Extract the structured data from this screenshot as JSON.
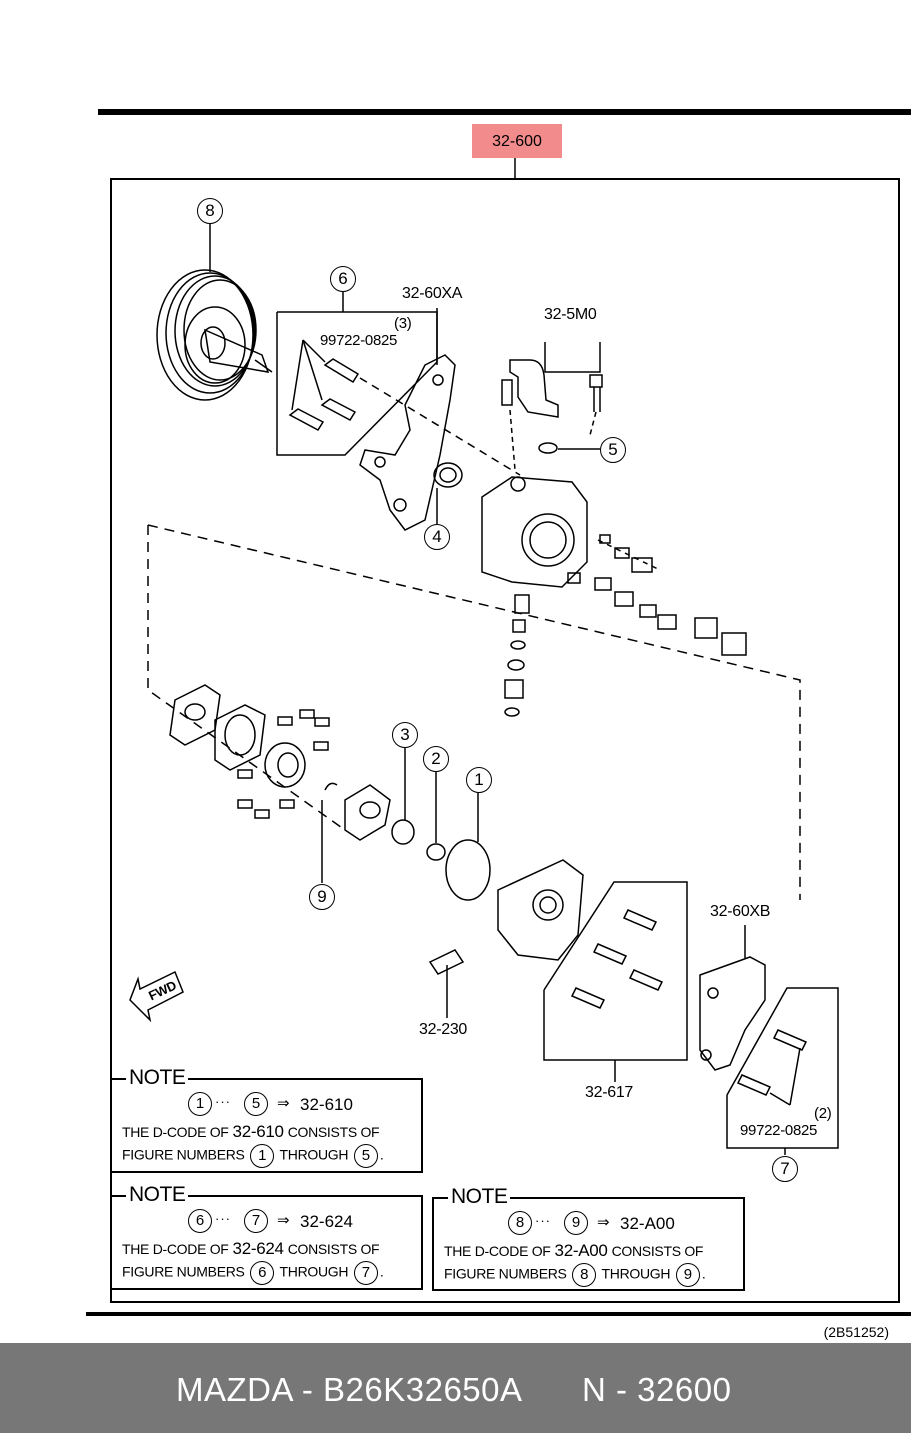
{
  "diagram": {
    "main_code": "32-600",
    "highlight_color": "#f28b8b",
    "figure_ref": "(2B51252)",
    "fwd_label": "FWD",
    "callouts": [
      "8",
      "6",
      "4",
      "5",
      "3",
      "2",
      "1",
      "9",
      "7"
    ],
    "labels": {
      "bracket_a": "32-60XA",
      "pipe_assy": "32-5M0",
      "bolt_code_1": "99722-0825",
      "bolt_qty_1": "(3)",
      "sensor": "32-230",
      "bolt_set": "32-617",
      "bracket_b": "32-60XB",
      "bolt_code_2": "99722-0825",
      "bolt_qty_2": "(2)"
    }
  },
  "notes": [
    {
      "title": "NOTE",
      "from": "1",
      "to": "5",
      "dots": "···",
      "arrow": "⇒",
      "code": "32-610",
      "line2_a": "THE D-CODE OF",
      "line2_code": "32-610",
      "line2_b": "CONSISTS OF",
      "line3_a": "FIGURE NUMBERS",
      "line3_b": "THROUGH",
      "line3_end": "."
    },
    {
      "title": "NOTE",
      "from": "6",
      "to": "7",
      "dots": "···",
      "arrow": "⇒",
      "code": "32-624",
      "line2_a": "THE D-CODE OF",
      "line2_code": "32-624",
      "line2_b": "CONSISTS OF",
      "line3_a": "FIGURE NUMBERS",
      "line3_b": "THROUGH",
      "line3_end": "."
    },
    {
      "title": "NOTE",
      "from": "8",
      "to": "9",
      "dots": "···",
      "arrow": "⇒",
      "code": "32-A00",
      "line2_a": "THE D-CODE OF",
      "line2_code": "32-A00",
      "line2_b": "CONSISTS OF",
      "line3_a": "FIGURE NUMBERS",
      "line3_b": "THROUGH",
      "line3_end": "."
    }
  ],
  "footer": {
    "brand_part": "MAZDA - B26K32650A",
    "n_code": "N - 32600"
  }
}
